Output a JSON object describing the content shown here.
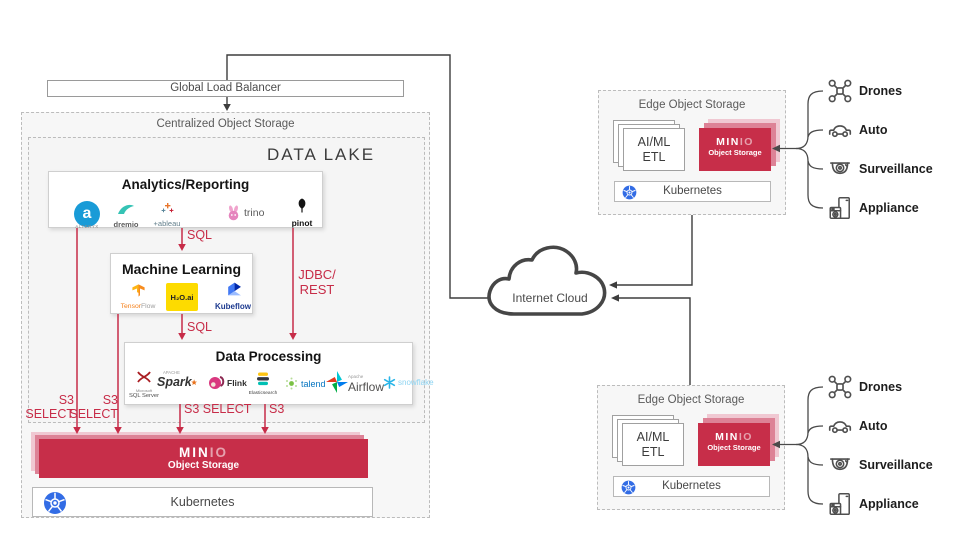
{
  "colors": {
    "minio_red": "#C72E49",
    "accent_red": "#C72C48",
    "k8s_blue": "#326CE5",
    "line_gray": "#3d3d3d"
  },
  "glb": {
    "label": "Global Load Balancer"
  },
  "centralized": {
    "title": "Centralized Object Storage",
    "data_lake": "DATA LAKE",
    "analytics": {
      "title": "Analytics/Reporting",
      "alteryx_a": "a",
      "alteryx": "ALTERYX",
      "dremio": "dremio",
      "tableau": "+ableau",
      "trino": "trino",
      "pinot": "pinot"
    },
    "ml": {
      "title": "Machine Learning",
      "tensor": "Tensor",
      "flow": "Flow",
      "h2o": "H₂O.ai",
      "kubeflow": "Kubeflow"
    },
    "dp": {
      "title": "Data Processing",
      "ms": "Microsoft",
      "mssql": "SQL Server",
      "apache1": "APACHE",
      "spark": "Spark",
      "flink": "Flink",
      "elastic": "Elasticsearch",
      "talend": "talend",
      "apache2": "Apache",
      "airflow": "Airflow",
      "snowflake": "snowflake"
    },
    "minio": {
      "bold": "MIN",
      "light": "IO",
      "sub": "Object Storage"
    },
    "kubernetes": "Kubernetes"
  },
  "connections": {
    "sql_top": "SQL",
    "sql_mid": "SQL",
    "jdbc": "JDBC/",
    "rest": "REST",
    "s3_1": "S3",
    "select_1": "SELECT",
    "s3_2": "S3",
    "select_2": "SELECT",
    "s3_select": "S3 SELECT",
    "s3_3": "S3"
  },
  "cloud": {
    "label": "Internet Cloud"
  },
  "edge_box": {
    "title": "Edge Object Storage",
    "card_top": "AI/ML",
    "card_bottom": "ETL",
    "minio": {
      "bold": "MIN",
      "light": "IO",
      "sub": "Object Storage"
    },
    "kubernetes": "Kubernetes"
  },
  "devices": [
    "Drones",
    "Auto",
    "Surveillance",
    "Appliance"
  ]
}
